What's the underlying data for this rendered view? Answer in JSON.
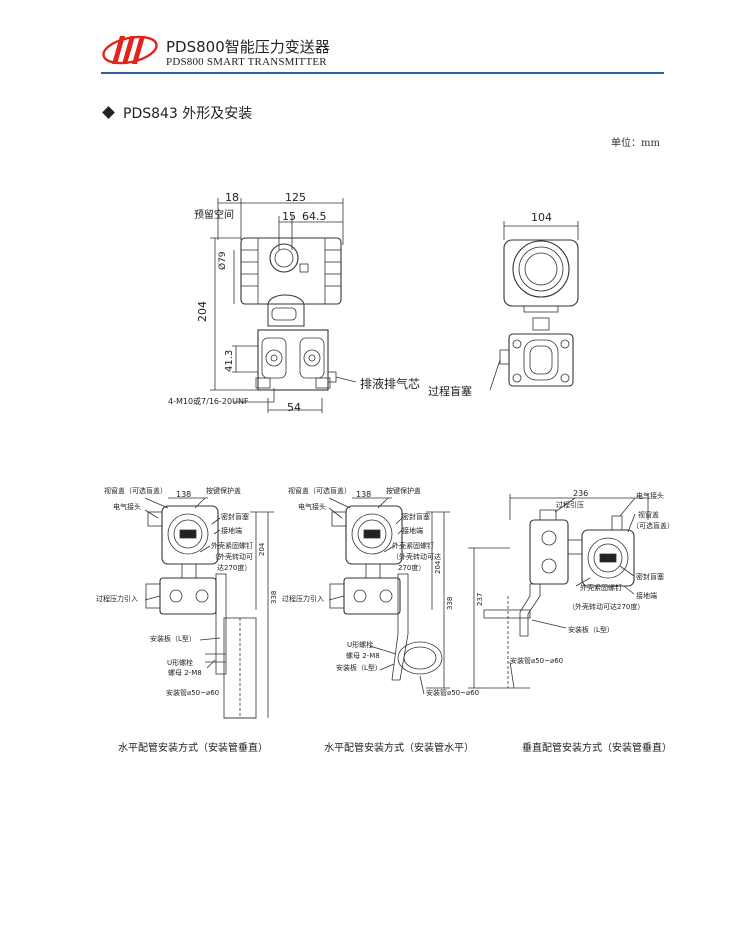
{
  "header": {
    "brand_cn": "PDS800智能压力变送器",
    "brand_en": "PDS800 SMART TRANSMITTER",
    "accent_color": "#2a64a8",
    "logo_color": "#e2231a"
  },
  "section": {
    "title": "PDS843 外形及安装",
    "unit_label": "单位：mm"
  },
  "top_diagram": {
    "dim_18": "18",
    "dim_125": "125",
    "reserved_space": "预留空间",
    "dim_15": "15",
    "dim_64_5": "64.5",
    "dim_d79": "Ø79",
    "dim_204": "204",
    "dim_41_3": "41.3",
    "bolt_spec": "4-M10或7/16-20UNF",
    "dim_54": "54",
    "drain_vent": "排液排气芯",
    "dim_104": "104",
    "process_plug": "过程盲塞"
  },
  "install_left": {
    "window_cap": "视窗盖（可选盲盖）",
    "dim_138": "138",
    "key_cover": "按键保护盖",
    "electrical_conn": "电气接头",
    "seal_plug": "密封盲塞",
    "ground_terminal": "接地端",
    "housing_screw": "外壳紧固螺钉",
    "rotate_note": "（外壳转动可",
    "rotate_note2": "达270度）",
    "dim_204": "204",
    "dim_338": "338",
    "process_inlet": "过程压力引入",
    "mount_plate": "安装板（L型）",
    "u_bolt": "U形螺栓",
    "nut": "螺母 2-M8",
    "pipe": "安装管⌀50~⌀60",
    "caption": "水平配管安装方式（安装管垂直）"
  },
  "install_mid": {
    "window_cap": "视窗盖（可选盲盖）",
    "dim_138": "138",
    "key_cover": "按键保护盖",
    "electrical_conn": "电气接头",
    "seal_plug": "密封盲塞",
    "ground_terminal": "接地端",
    "housing_screw": "外壳紧固螺钉",
    "rotate_note": "（外壳转动可达",
    "rotate_note2": "270度）",
    "dim_204": "204",
    "dim_338": "338",
    "process_inlet": "过程压力引入",
    "u_bolt": "U形螺栓",
    "nut": "螺母 2-M8",
    "mount_plate": "安装板（L型）",
    "pipe": "安装管⌀50~⌀60",
    "caption": "水平配管安装方式（安装管水平）"
  },
  "install_right": {
    "dim_236": "236",
    "process_inlet": "过程引压",
    "electrical_conn": "电气接头",
    "window_cap": "视窗盖",
    "window_cap2": "（可选盲盖）",
    "dim_237": "237",
    "seal_plug": "密封盲塞",
    "housing_screw": "外壳紧固螺钉",
    "ground_terminal": "接地端",
    "rotate_note": "（外壳转动可达270度）",
    "mount_plate": "安装板（L型）",
    "pipe": "安装管⌀50~⌀60",
    "caption": "垂直配管安装方式（安装管垂直）"
  }
}
